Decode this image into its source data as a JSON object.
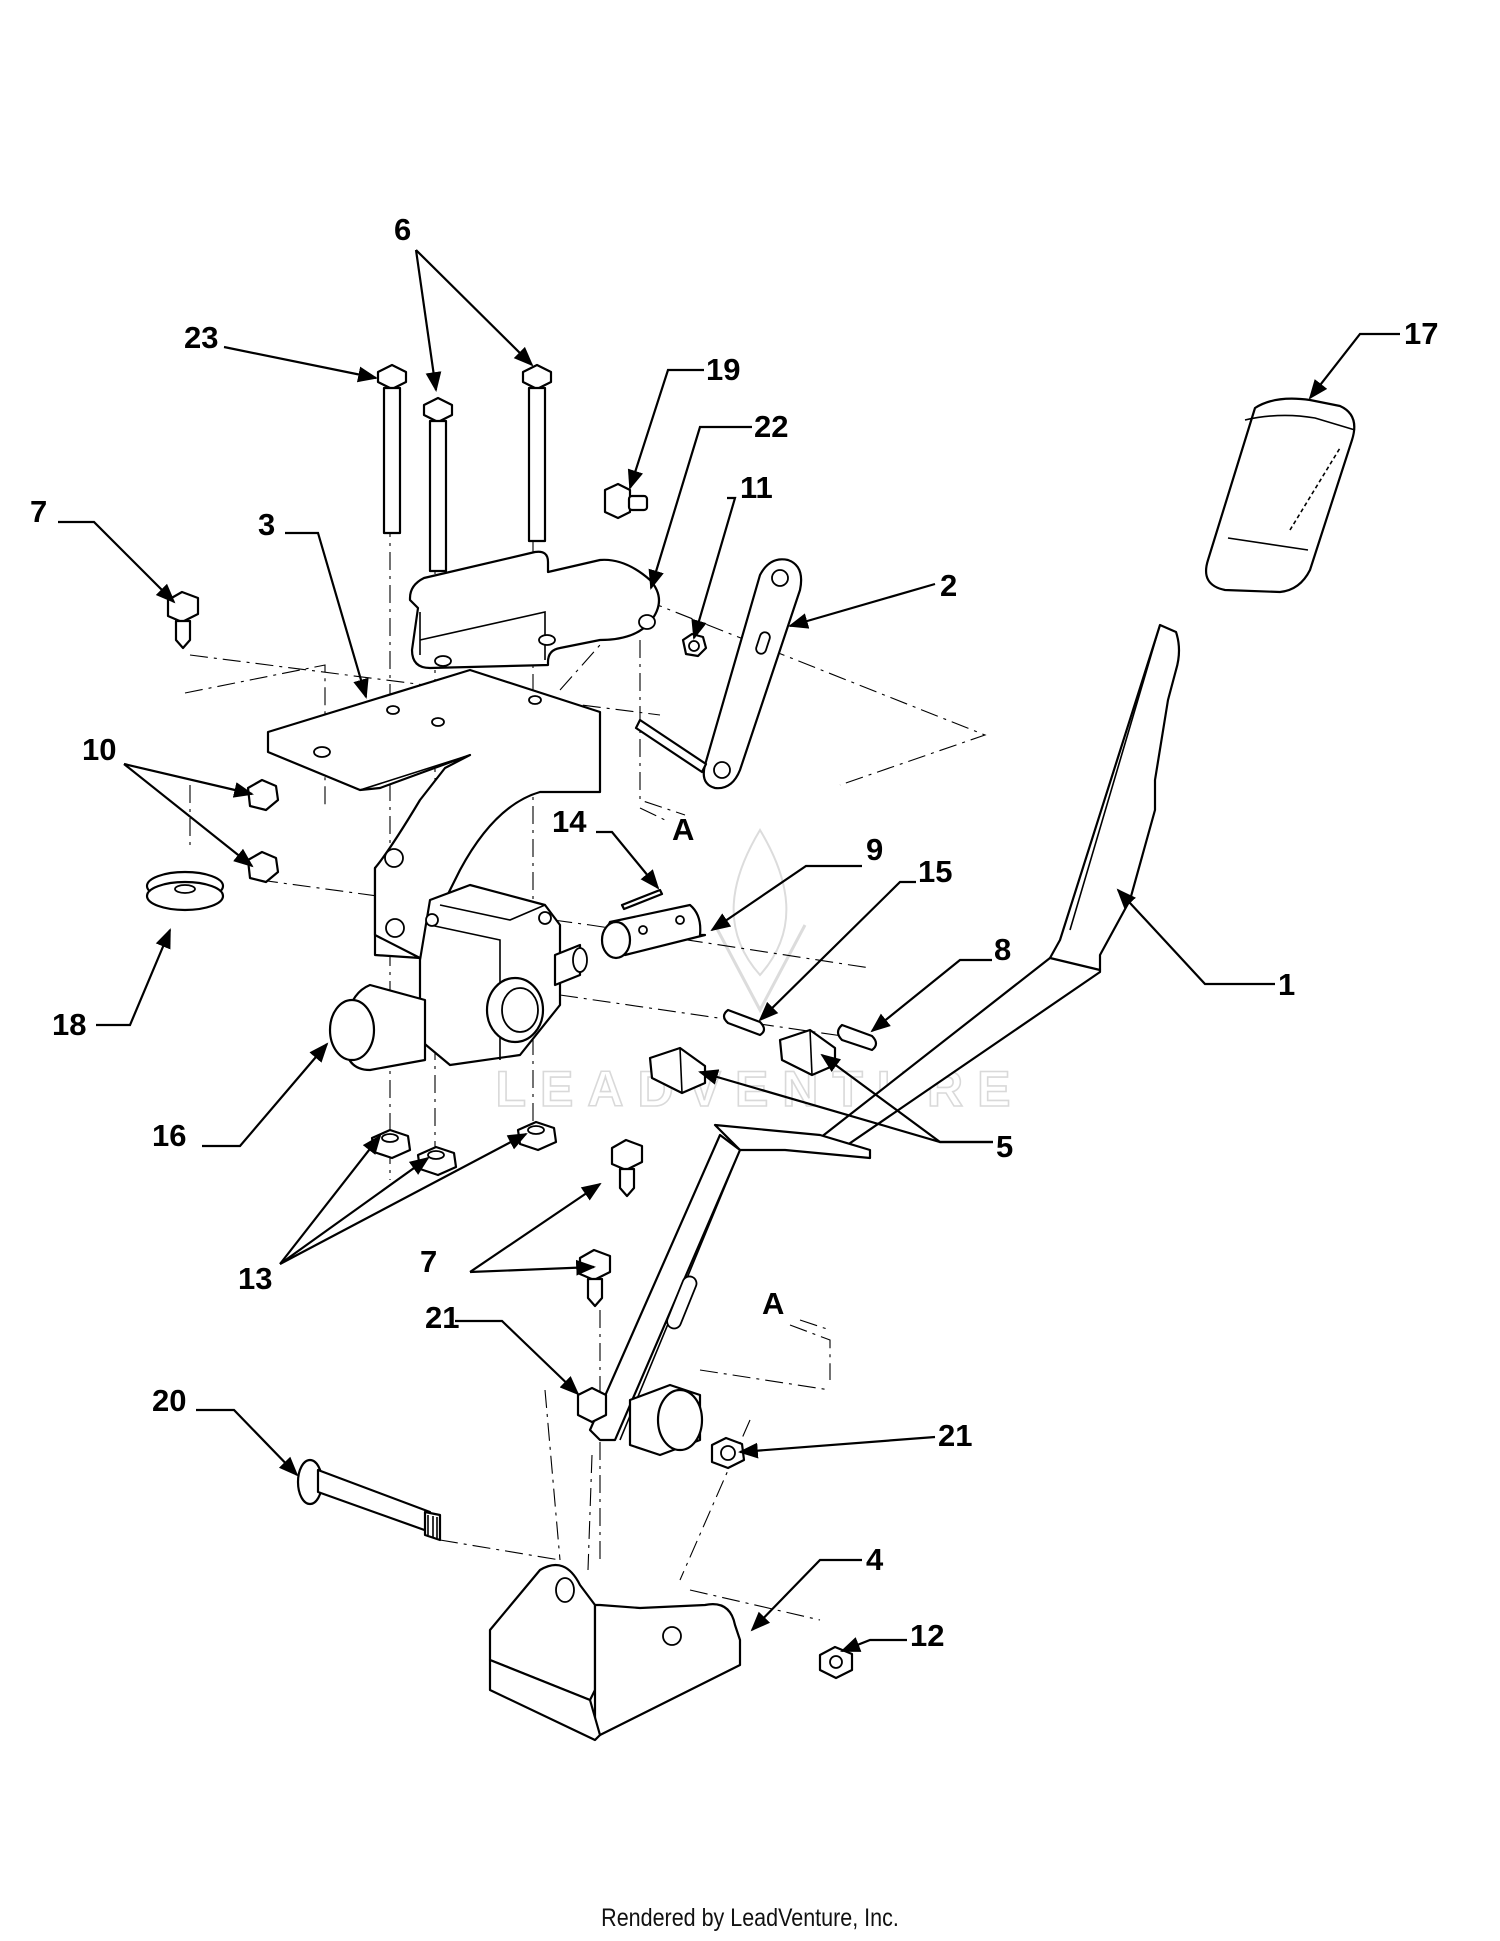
{
  "watermark": {
    "text": "LEADVENTURE"
  },
  "footer": {
    "text": "Rendered by LeadVenture, Inc."
  },
  "callouts": [
    {
      "id": "c1",
      "label": "1"
    },
    {
      "id": "c2",
      "label": "2"
    },
    {
      "id": "c3",
      "label": "3"
    },
    {
      "id": "c4",
      "label": "4"
    },
    {
      "id": "c5",
      "label": "5"
    },
    {
      "id": "c6",
      "label": "6"
    },
    {
      "id": "c7a",
      "label": "7"
    },
    {
      "id": "c7b",
      "label": "7"
    },
    {
      "id": "c8",
      "label": "8"
    },
    {
      "id": "c9",
      "label": "9"
    },
    {
      "id": "c10",
      "label": "10"
    },
    {
      "id": "c11",
      "label": "11"
    },
    {
      "id": "c12",
      "label": "12"
    },
    {
      "id": "c13",
      "label": "13"
    },
    {
      "id": "c14",
      "label": "14"
    },
    {
      "id": "c15",
      "label": "15"
    },
    {
      "id": "c16",
      "label": "16"
    },
    {
      "id": "c17",
      "label": "17"
    },
    {
      "id": "c18",
      "label": "18"
    },
    {
      "id": "c19",
      "label": "19"
    },
    {
      "id": "c20",
      "label": "20"
    },
    {
      "id": "c21a",
      "label": "21"
    },
    {
      "id": "c21b",
      "label": "21"
    },
    {
      "id": "c22",
      "label": "22"
    },
    {
      "id": "c23",
      "label": "23"
    },
    {
      "id": "cA1",
      "label": "A"
    },
    {
      "id": "cA2",
      "label": "A"
    }
  ]
}
